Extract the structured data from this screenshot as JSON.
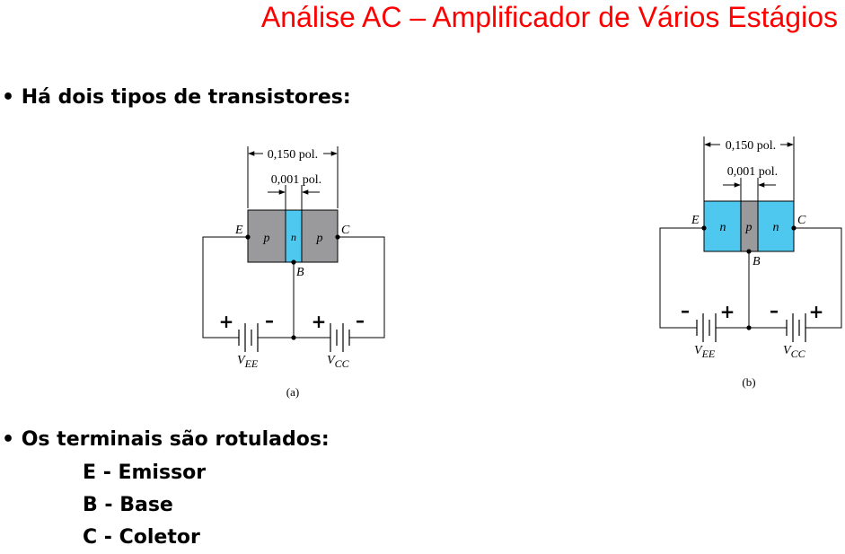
{
  "title": "Análise AC – Amplificador de Vários Estágios",
  "bullets": {
    "types": "• Há dois tipos de transistores:",
    "terminals": "• Os terminais são rotulados:"
  },
  "terminal_list": [
    "E - Emissor",
    "B - Base",
    "C - Coletor"
  ],
  "colors": {
    "title": "#ff0000",
    "gray_region": "#9a9a9c",
    "blue_region": "#4fc8ef"
  },
  "diagrams": [
    {
      "caption": "(a)",
      "total_width": "0,150 pol.",
      "base_width": "0,001 pol.",
      "regions": [
        "p",
        "n",
        "p"
      ],
      "terminals": {
        "emitter": "E",
        "base": "B",
        "collector": "C"
      },
      "sources": {
        "left": "V",
        "left_sub": "EE",
        "right": "V",
        "right_sub": "CC"
      },
      "signs": {
        "left_pos": "+",
        "left_neg": "–",
        "right_pos": "+",
        "right_neg": "–"
      }
    },
    {
      "caption": "(b)",
      "total_width": "0,150 pol.",
      "base_width": "0,001 pol.",
      "regions": [
        "n",
        "p",
        "n"
      ],
      "terminals": {
        "emitter": "E",
        "base": "B",
        "collector": "C"
      },
      "sources": {
        "left": "V",
        "left_sub": "EE",
        "right": "V",
        "right_sub": "CC"
      },
      "signs": {
        "left_neg": "–",
        "left_pos": "+",
        "right_neg": "–",
        "right_pos": "+"
      }
    }
  ]
}
